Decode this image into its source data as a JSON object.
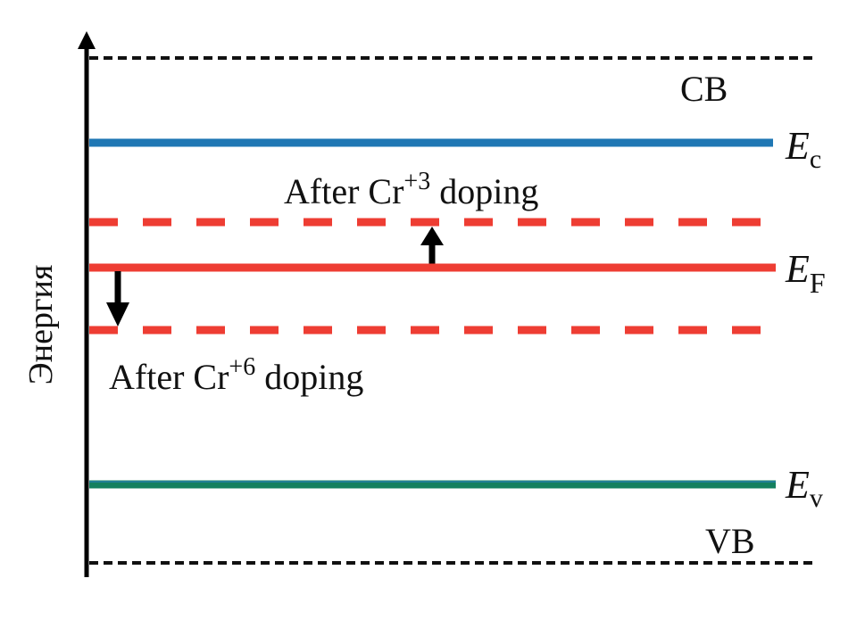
{
  "diagram": {
    "type": "energy-band-diagram",
    "axis": {
      "label": "Энергия",
      "direction": "up"
    },
    "bands": {
      "conduction_band": {
        "label": "CB"
      },
      "valence_band": {
        "label": "VB"
      }
    },
    "levels": [
      {
        "id": "Ec",
        "symbol": "E",
        "subscript": "c",
        "style": "solid",
        "color": "#1f77b4"
      },
      {
        "id": "EF",
        "symbol": "E",
        "subscript": "F",
        "style": "solid",
        "color": "#ee3d33"
      },
      {
        "id": "Ev",
        "symbol": "E",
        "subscript": "v",
        "style": "solid",
        "color": "#14805e"
      }
    ],
    "shifted_levels": [
      {
        "id": "EF-Cr3",
        "label_prefix": "After Cr",
        "charge": "+3",
        "label_suffix": " doping",
        "shift": "up",
        "style": "dashed",
        "color": "#ee3d33"
      },
      {
        "id": "EF-Cr6",
        "label_prefix": "After Cr",
        "charge": "+6",
        "label_suffix": " doping",
        "shift": "down",
        "style": "dashed",
        "color": "#ee3d33"
      }
    ],
    "band_edges": [
      {
        "id": "CB-edge",
        "style": "dashed",
        "color": "#111111"
      },
      {
        "id": "VB-edge",
        "style": "dashed",
        "color": "#111111"
      }
    ]
  }
}
